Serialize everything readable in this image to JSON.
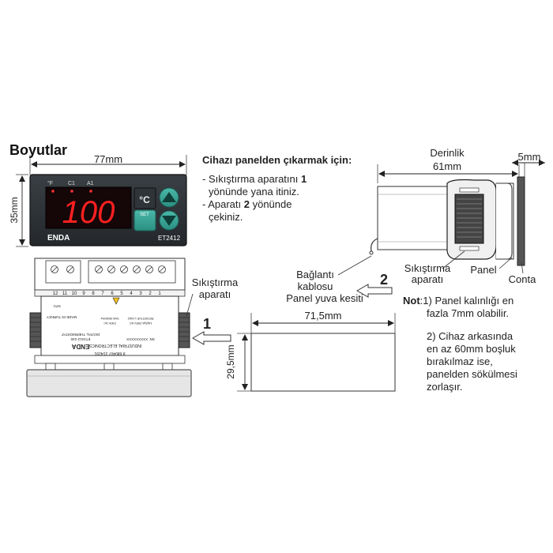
{
  "section_title": "Boyutlar",
  "front": {
    "width_label": "77mm",
    "height_label": "35mm",
    "unit_f": "°F",
    "c1": "C1",
    "a1": "A1",
    "display_value": "100",
    "unit_c": "°C",
    "set_label": "SET",
    "brand": "ENDA",
    "model": "ET2412"
  },
  "removal": {
    "heading": "Cihazı panelden çıkarmak için:",
    "step1_a": "- Sıkıştırma aparatını ",
    "step1_num": "1",
    "step1_b": "yönünde yana itiniz.",
    "step2_a": "- Aparatı ",
    "step2_num": "2",
    "step2_b": " yönünde",
    "step2_c": "çekiniz."
  },
  "side": {
    "depth_label": "Derinlik",
    "depth_value": "61mm",
    "gasket_width": "5mm",
    "clamp_label_1": "Sıkıştırma",
    "clamp_label_2": "aparatı",
    "panel_label": "Panel",
    "gasket_label": "Conta",
    "cable_label_1": "Bağlantı",
    "cable_label_2": "kablosu"
  },
  "top": {
    "clamp_label_1": "Sıkıştırma",
    "clamp_label_2": "aparatı",
    "arrow1": "1",
    "terminals": [
      "12",
      "11",
      "10",
      "9",
      "8",
      "7",
      "6",
      "5",
      "4",
      "3",
      "2",
      "1"
    ],
    "brand": "ENDA",
    "company": "INDUSTRIAL ELECTRONICS",
    "product": "DIGITAL THERMOSTAT",
    "serial": "SN: XXXXXXXXX",
    "model": "ET2412-230",
    "barcode": "8 680407 214291",
    "origin": "MADE IN TURKEY",
    "ntc": "NTC",
    "ratings": [
      "230V AC",
      "5VA 50/60Hz",
      "16(8)A 250V AC",
      "RESISTIVE LOAD"
    ]
  },
  "cutout": {
    "label_1": "Panel yuva kesiti",
    "arrow2": "2",
    "width_label": "71,5mm",
    "height_label": "29,5mm"
  },
  "notes": {
    "prefix": "Not",
    "n1_a": ":1) Panel kalınlığı en",
    "n1_b": "fazla 7mm olabilir.",
    "n2_a": "2) Cihaz arkasında",
    "n2_b": "en az 60mm boşluk",
    "n2_c": "bırakılmaz ise,",
    "n2_d": "panelden sökülmesi",
    "n2_e": "zorlaşır."
  }
}
